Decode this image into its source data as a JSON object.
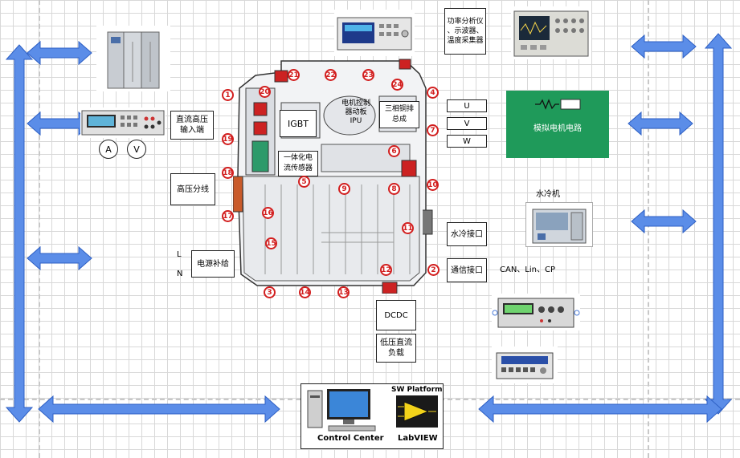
{
  "labels": {
    "dc_input": "直流高压\n输入端",
    "hv_split": "高压分线",
    "power_comp": "电源补给",
    "L": "L",
    "N": "N",
    "igbt": "IGBT",
    "motor_drive": "电机控制\n器动板\nIPU",
    "three_phase": "三相铜排\n总成",
    "current_sensor": "一体化电\n流传感器",
    "power_analyzer": "功率分析仪\n、示波器、\n温度采集器",
    "u": "U",
    "v": "V",
    "w": "W",
    "sim_motor": "模拟电机电路",
    "water_cooler": "水冷机",
    "water_port": "水冷接口",
    "comm_port": "通信接口",
    "can": "CAN、Lin、CP",
    "dcdc": "DCDC",
    "lv_load": "低压直流\n负载",
    "control_center": "Control Center",
    "sw_platform": "SW Platform",
    "labview": "LabVIEW",
    "ammeter": "A",
    "voltmeter": "V"
  },
  "markers": [
    "1",
    "2",
    "3",
    "4",
    "5",
    "6",
    "7",
    "8",
    "9",
    "10",
    "11",
    "12",
    "13",
    "14",
    "15",
    "16",
    "17",
    "18",
    "19",
    "20",
    "21",
    "22",
    "23",
    "24"
  ],
  "colors": {
    "arrow": "#5b8de8",
    "arrow_stroke": "#2d5fc4",
    "marker": "#d21f1f",
    "green_panel": "#1f9a5a"
  }
}
